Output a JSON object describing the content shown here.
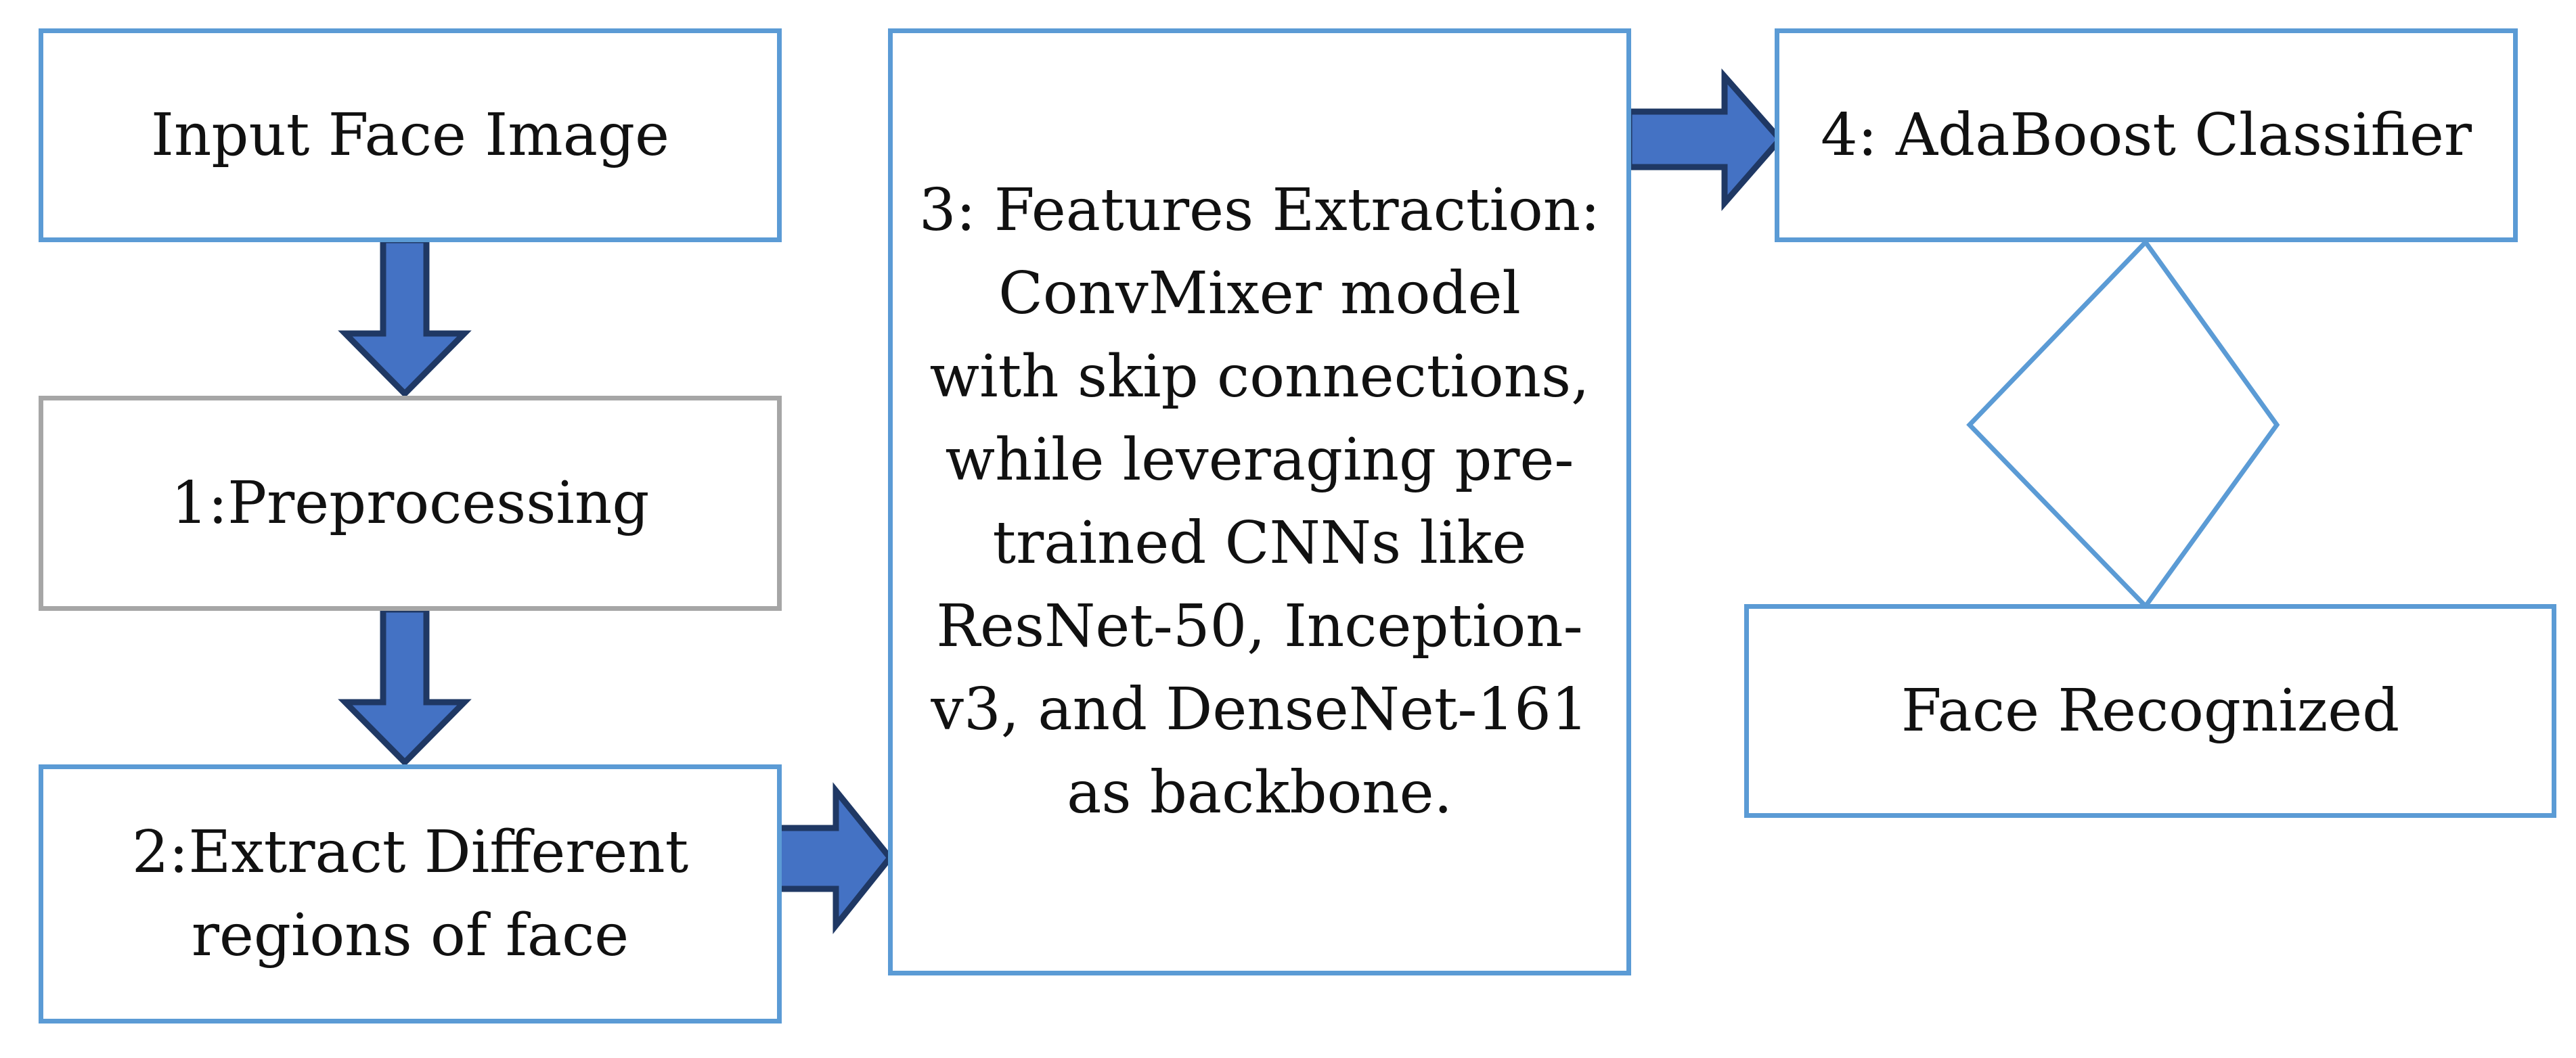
{
  "diagram": {
    "nodes": {
      "input": {
        "label": "Input Face Image"
      },
      "preprocessing": {
        "label": "1:Preprocessing"
      },
      "extract_regions": {
        "label": "2:Extract Different\nregions of face"
      },
      "features_extraction": {
        "label": "3: Features Extraction:\nConvMixer model\nwith skip connections,\nwhile leveraging pre-\ntrained CNNs like\nResNet-50, Inception-\nv3, and DenseNet-161\nas backbone."
      },
      "adaboost": {
        "label": "4: AdaBoost Classifier"
      },
      "face_recognized": {
        "label": "Face Recognized"
      }
    },
    "decision": {
      "label": ""
    },
    "edges": [
      {
        "from": "input",
        "to": "preprocessing"
      },
      {
        "from": "preprocessing",
        "to": "extract_regions"
      },
      {
        "from": "extract_regions",
        "to": "features_extraction"
      },
      {
        "from": "features_extraction",
        "to": "adaboost"
      },
      {
        "from": "adaboost",
        "to": "face_recognized"
      }
    ],
    "colors": {
      "box_border": "#5b9bd5",
      "box_border_gray": "#a6a6a6",
      "arrow_fill": "#4472c4",
      "arrow_stroke": "#1f3864",
      "diamond_stroke": "#5b9bd5",
      "text": "#111111"
    }
  }
}
